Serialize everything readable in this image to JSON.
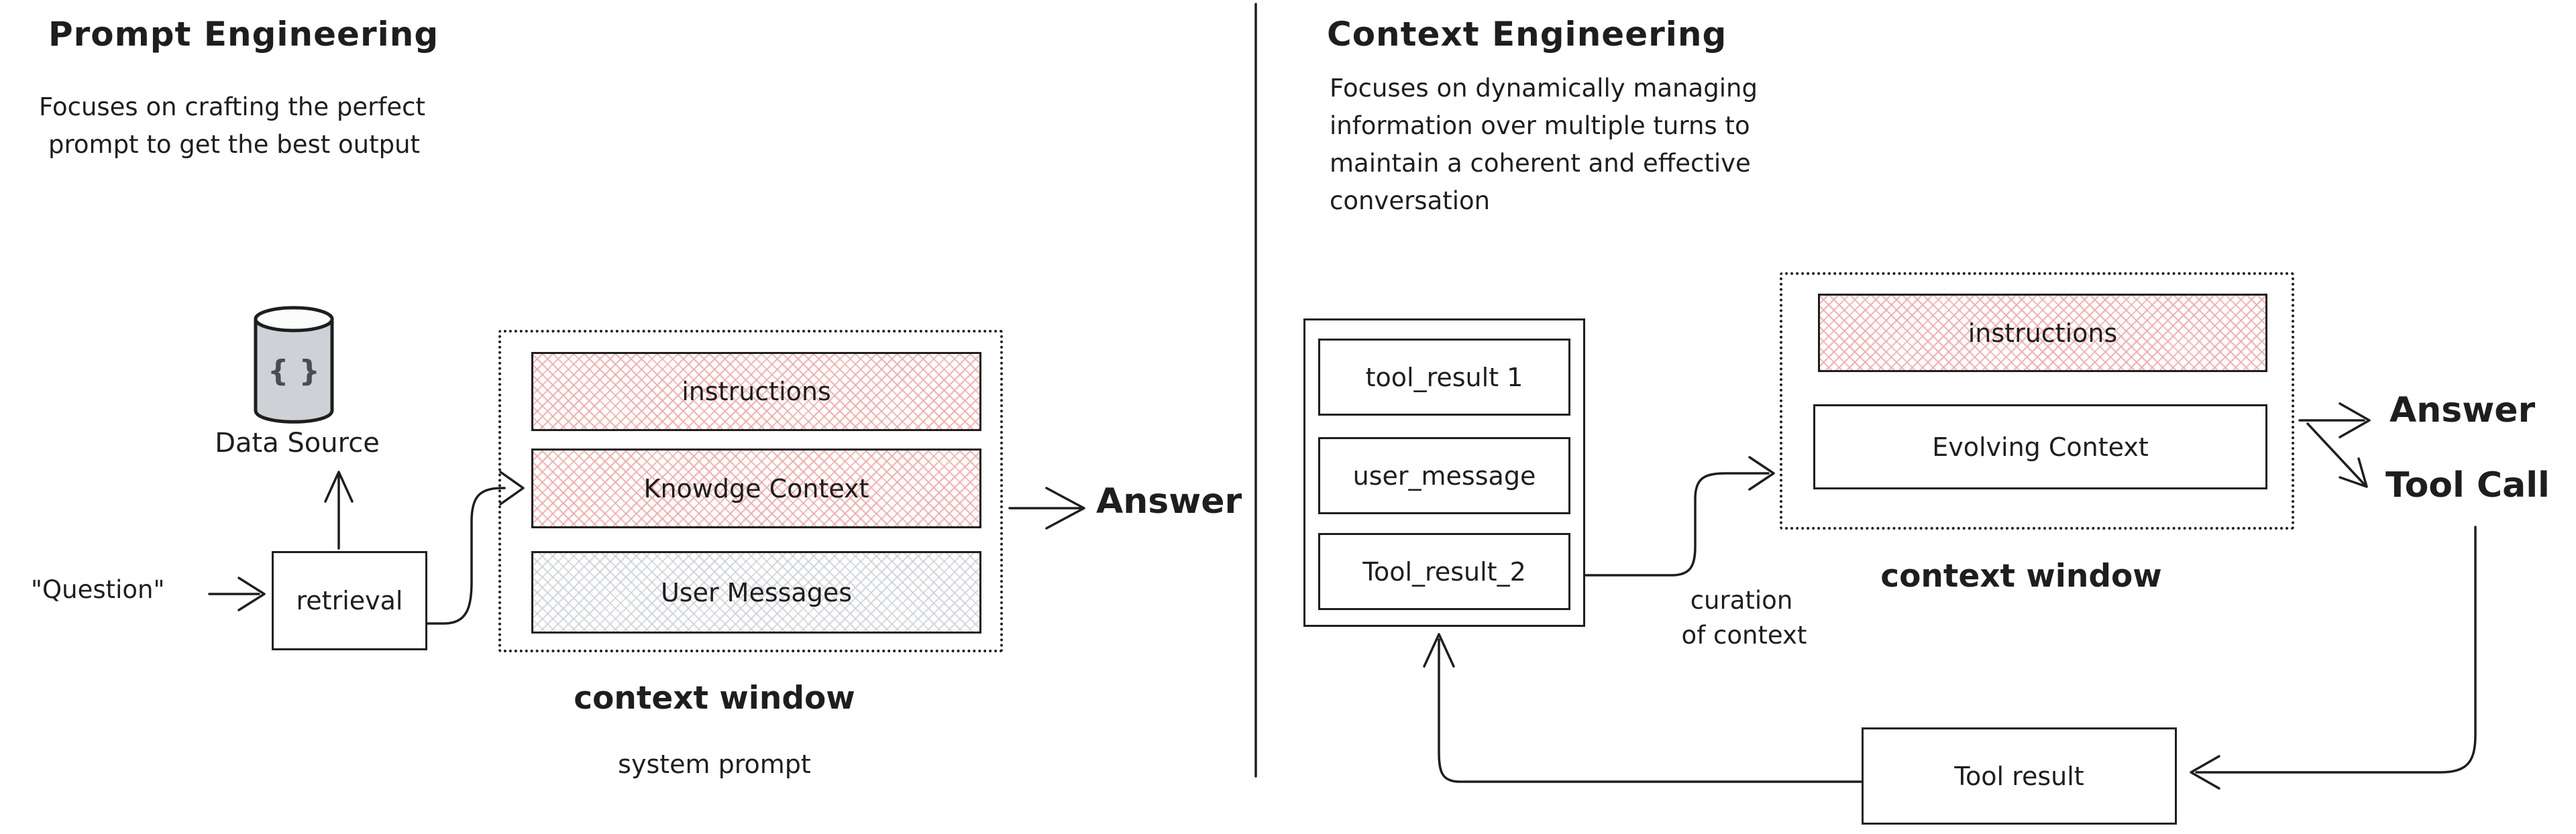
{
  "colors": {
    "stroke": "#1e1e1e",
    "hatch_pink": "#f3a8a3",
    "hatch_gray": "#cbd0d6",
    "cylinder_fill": "#ced2d6"
  },
  "left_panel": {
    "title": "Prompt Engineering",
    "subtitle": [
      "Focuses on crafting the perfect",
      "prompt to get the best output"
    ],
    "data_source_icon_text": "{ }",
    "data_source_label": "Data Source",
    "question_label": "\"Question\"",
    "retrieval_label": "retrieval",
    "context_boxes": [
      {
        "label": "instructions",
        "style": "pink"
      },
      {
        "label": "Knowdge Context",
        "style": "pink"
      },
      {
        "label": "User Messages",
        "style": "gray"
      }
    ],
    "answer_label": "Answer",
    "window_caption": "context window",
    "window_subcaption": "system prompt"
  },
  "right_panel": {
    "title": "Context Engineering",
    "subtitle": [
      "Focuses on dynamically managing",
      "information over multiple turns to",
      "maintain a coherent and effective",
      "conversation"
    ],
    "stack_boxes": [
      "tool_result 1",
      "user_message",
      "Tool_result_2"
    ],
    "curation_label": [
      "curation",
      "of context"
    ],
    "context_boxes": [
      {
        "label": "instructions",
        "style": "pink"
      },
      {
        "label": "Evolving Context",
        "style": "plain"
      }
    ],
    "window_caption": "context window",
    "answer_label": "Answer",
    "tool_call_label": "Tool Call",
    "tool_result_label": "Tool result"
  }
}
